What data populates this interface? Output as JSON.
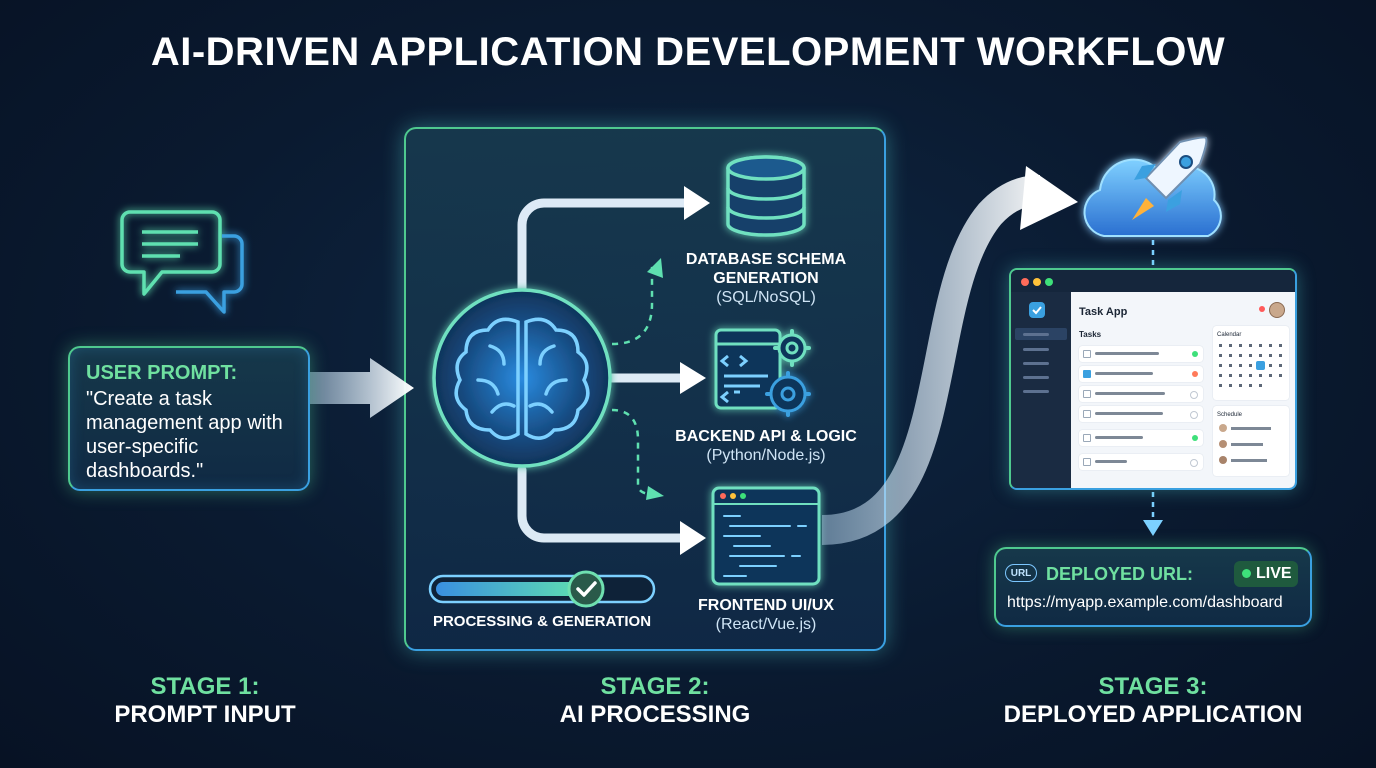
{
  "title": "AI-DRIVEN APPLICATION DEVELOPMENT WORKFLOW",
  "prompt": {
    "label": "USER PROMPT:",
    "text": "\"Create a task management app with user-specific dashboards.\""
  },
  "outputs": {
    "database": {
      "title": "DATABASE SCHEMA GENERATION",
      "tech": "(SQL/NoSQL)"
    },
    "backend": {
      "title": "BACKEND API & LOGIC",
      "tech": "(Python/Node.js)"
    },
    "frontend": {
      "title": "FRONTEND UI/UX",
      "tech": "(React/Vue.js)"
    }
  },
  "processing": {
    "label": "PROCESSING & GENERATION"
  },
  "app": {
    "title": "Task App",
    "tasks_label": "Tasks",
    "calendar_label": "Calendar",
    "schedule_label": "Schedule"
  },
  "deploy": {
    "badge": "URL",
    "label": "DEPLOYED URL:",
    "status": "LIVE",
    "url": "https://myapp.example.com/dashboard"
  },
  "stages": [
    {
      "number": "STAGE 1:",
      "name": "PROMPT INPUT"
    },
    {
      "number": "STAGE 2:",
      "name": "AI PROCESSING"
    },
    {
      "number": "STAGE 3:",
      "name": "DEPLOYED APPLICATION"
    }
  ],
  "colors": {
    "accent_green": "#4fc98f",
    "accent_blue": "#3aa0e0",
    "live_green": "#3ee07a",
    "background": "#0a1a30"
  }
}
